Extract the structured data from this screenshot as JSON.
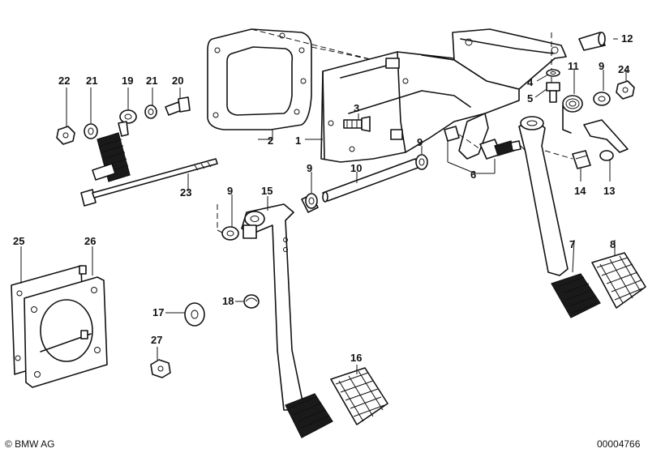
{
  "footer": {
    "copyright": "© BMW AG",
    "diagram_id": "00004766"
  },
  "callouts": [
    {
      "id": "c1",
      "label": "1"
    },
    {
      "id": "c2",
      "label": "2"
    },
    {
      "id": "c3",
      "label": "3"
    },
    {
      "id": "c4",
      "label": "4"
    },
    {
      "id": "c5",
      "label": "5"
    },
    {
      "id": "c6",
      "label": "6"
    },
    {
      "id": "c7",
      "label": "7"
    },
    {
      "id": "c8",
      "label": "8"
    },
    {
      "id": "c9a",
      "label": "9"
    },
    {
      "id": "c9b",
      "label": "9"
    },
    {
      "id": "c9c",
      "label": "9"
    },
    {
      "id": "c9d",
      "label": "9"
    },
    {
      "id": "c10",
      "label": "10"
    },
    {
      "id": "c11",
      "label": "11"
    },
    {
      "id": "c12",
      "label": "12"
    },
    {
      "id": "c13",
      "label": "13"
    },
    {
      "id": "c14",
      "label": "14"
    },
    {
      "id": "c15",
      "label": "15"
    },
    {
      "id": "c16",
      "label": "16"
    },
    {
      "id": "c17",
      "label": "17"
    },
    {
      "id": "c18",
      "label": "18"
    },
    {
      "id": "c19",
      "label": "19"
    },
    {
      "id": "c20",
      "label": "20"
    },
    {
      "id": "c21a",
      "label": "21"
    },
    {
      "id": "c21b",
      "label": "21"
    },
    {
      "id": "c22",
      "label": "22"
    },
    {
      "id": "c23",
      "label": "23"
    },
    {
      "id": "c24",
      "label": "24"
    },
    {
      "id": "c25",
      "label": "25"
    },
    {
      "id": "c26",
      "label": "26"
    },
    {
      "id": "c27",
      "label": "27"
    }
  ]
}
